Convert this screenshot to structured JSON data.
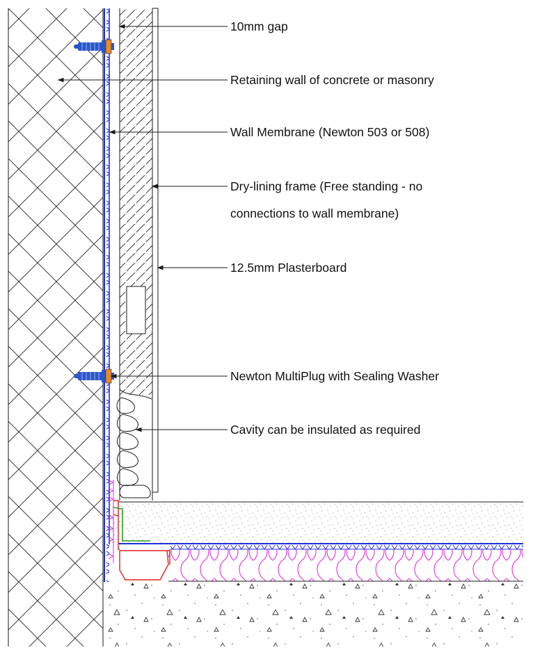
{
  "labels": {
    "gap": "10mm gap",
    "retaining_wall": "Retaining wall of concrete or masonry",
    "wall_membrane": "Wall Membrane (Newton 503 or 508)",
    "dry_lining_line1": "Dry-lining frame (Free standing - no",
    "dry_lining_line2": "connections to wall membrane)",
    "plasterboard": "12.5mm Plasterboard",
    "multiplug": "Newton MultiPlug with Sealing Washer",
    "cavity": "Cavity can be insulated as required"
  },
  "colors": {
    "membrane": "#1f2fd6",
    "insulation": "#e020e0",
    "drainage_channel": "#e02020",
    "plug_body": "#2a57c8",
    "plug_washer": "#e68a2e",
    "green_trim": "#20a020",
    "linework": "#1a1a1a"
  }
}
